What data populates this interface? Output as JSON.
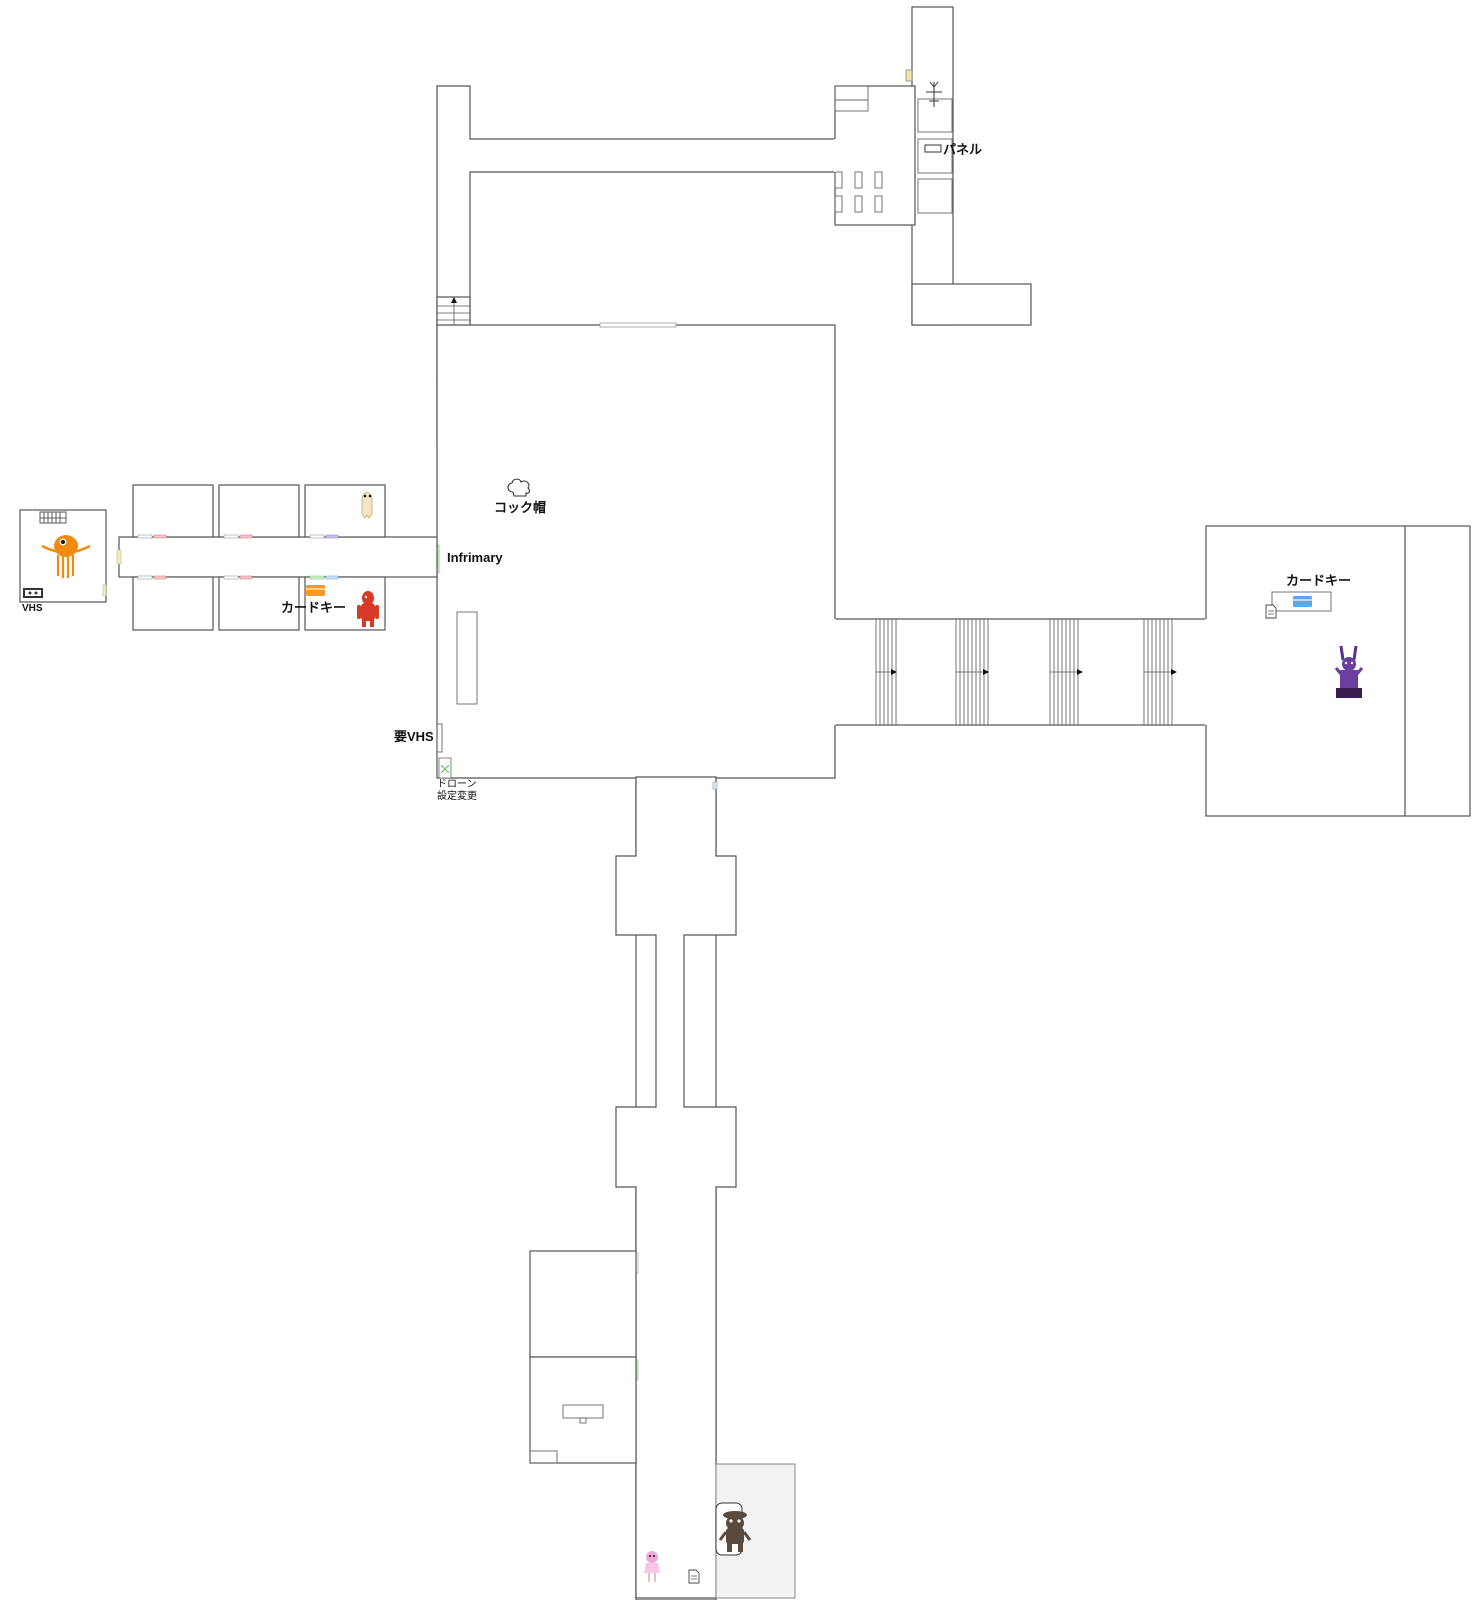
{
  "labels": {
    "panel": "パネル",
    "cook_hat": "コック帽",
    "infirmary": "Infrimary",
    "card_key_west": "カードキー",
    "card_key_east": "カードキー",
    "vhs": "VHS",
    "needs_vhs": "要VHS",
    "drone_line1": "ドローン",
    "drone_line2": "設定変更"
  },
  "icons": [
    "chef-hat-icon",
    "orange-octopus-creature",
    "red-creature",
    "ghost-creature",
    "purple-rabbit-creature",
    "brown-monster-creature",
    "pink-girl-character",
    "vhs-tape-icon",
    "orange-keycard-icon",
    "blue-keycard-icon",
    "document-icon",
    "control-panel-icon",
    "drone-config-icon"
  ],
  "colors": {
    "wall": "#555555",
    "octopus": "#f08a12",
    "red_creature": "#d63a26",
    "purple_creature": "#6a3fa0",
    "brown_creature": "#5a4a3e",
    "keycard_blue": "#5aa9e6",
    "keycard_orange": "#f09a30",
    "door_green": "#9ed89a",
    "door_pink": "#e39aa8",
    "door_yellow": "#e6d68a",
    "shaded_room": "#f2f2f2"
  }
}
